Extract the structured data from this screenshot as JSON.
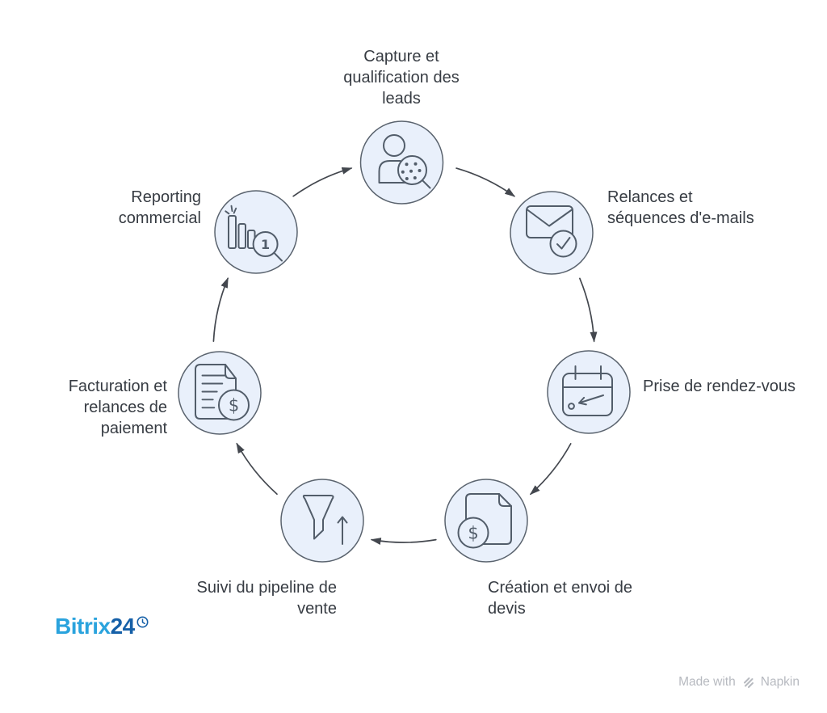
{
  "diagram": {
    "type": "cycle",
    "direction": "clockwise",
    "nodes": [
      {
        "label": "Capture et\nqualification des\nleads",
        "icon": "person-search"
      },
      {
        "label": "Relances et\nséquences d'e-mails",
        "icon": "envelope-check"
      },
      {
        "label": "Prise de rendez-vous",
        "icon": "calendar-appointment"
      },
      {
        "label": "Création et envoi de\ndevis",
        "icon": "document-dollar"
      },
      {
        "label": "Suivi du pipeline de\nvente",
        "icon": "funnel-arrow-up"
      },
      {
        "label": "Facturation et\nrelances de\npaiement",
        "icon": "invoice-dollar"
      },
      {
        "label": "Reporting\ncommercial",
        "icon": "bar-chart-magnifier"
      }
    ],
    "icon_glyphs": {
      "dollar": "$",
      "one": "1"
    }
  },
  "branding": {
    "logo_text": "Bitrix",
    "logo_number": "24"
  },
  "watermark": {
    "prefix": "Made with",
    "brand": "Napkin"
  },
  "colors": {
    "node_fill": "#e9f0fb",
    "node_stroke": "#5a636e",
    "icon_stroke": "#525d6a",
    "arrow": "#43474e",
    "label": "#373c43",
    "bitrix_light": "#2aa3dd",
    "bitrix_dark": "#1660a8",
    "watermark": "#b7bac0"
  }
}
